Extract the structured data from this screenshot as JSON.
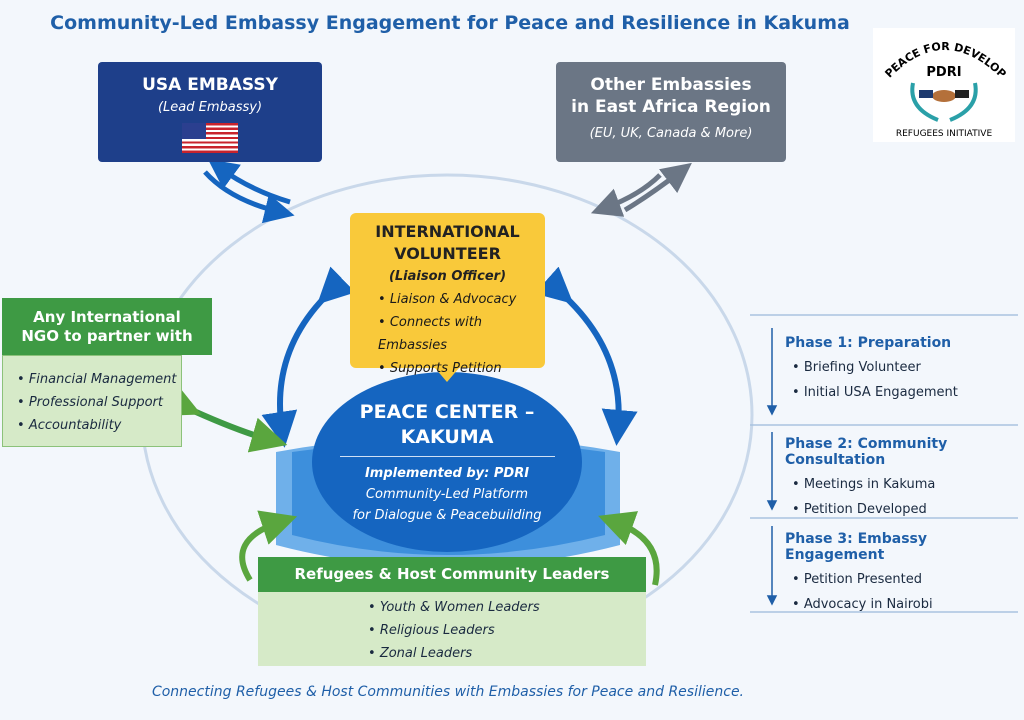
{
  "title": "Community-Led Embassy Engagement for Peace and Resilience in Kakuma",
  "usa": {
    "title": "USA EMBASSY",
    "subtitle": "(Lead Embassy)",
    "icon": "us-flag-icon"
  },
  "other": {
    "title1": "Other Embassies",
    "title2": "in East Africa Region",
    "subtitle": "(EU, UK, Canada & More)"
  },
  "logo": {
    "top": "PEACE FOR DEVELOPMENT",
    "middle": "PDRI",
    "bottom": "REFUGEES INITIATIVE"
  },
  "volunteer": {
    "title1": "INTERNATIONAL",
    "title2": "VOLUNTEER",
    "subtitle": "(Liaison Officer)",
    "items": [
      "Liaison & Advocacy",
      "Connects with Embassies",
      "Supports Petition"
    ]
  },
  "ngo": {
    "title1": "Any International",
    "title2": "NGO to partner with",
    "items": [
      "Financial Management",
      "Professional Support",
      "Accountability"
    ]
  },
  "peace_center": {
    "title1": "PEACE CENTER –",
    "title2": "KAKUMA",
    "implemented": "Implemented by: PDRI",
    "desc1": "Community-Led Platform",
    "desc2": "for Dialogue & Peacebuilding"
  },
  "community": {
    "title": "Refugees & Host Community Leaders",
    "items": [
      "Youth & Women Leaders",
      "Religious Leaders",
      "Zonal Leaders"
    ]
  },
  "phases": [
    {
      "title": "Phase 1: Preparation",
      "items": [
        "Briefing Volunteer",
        "Initial USA Engagement"
      ]
    },
    {
      "title": "Phase 2: Community Consultation",
      "items": [
        "Meetings in Kakuma",
        "Petition Developed"
      ]
    },
    {
      "title": "Phase 3: Embassy Engagement",
      "items": [
        "Petition Presented",
        "Advocacy in Nairobi"
      ]
    }
  ],
  "footer": "Connecting Refugees & Host Communities with Embassies for Peace and Resilience.",
  "colors": {
    "navy": "#1e3f8a",
    "gray": "#6b7685",
    "yellow": "#f9c93a",
    "green": "#3e9a44",
    "blue": "#1565c0",
    "title": "#1f5fa8"
  }
}
